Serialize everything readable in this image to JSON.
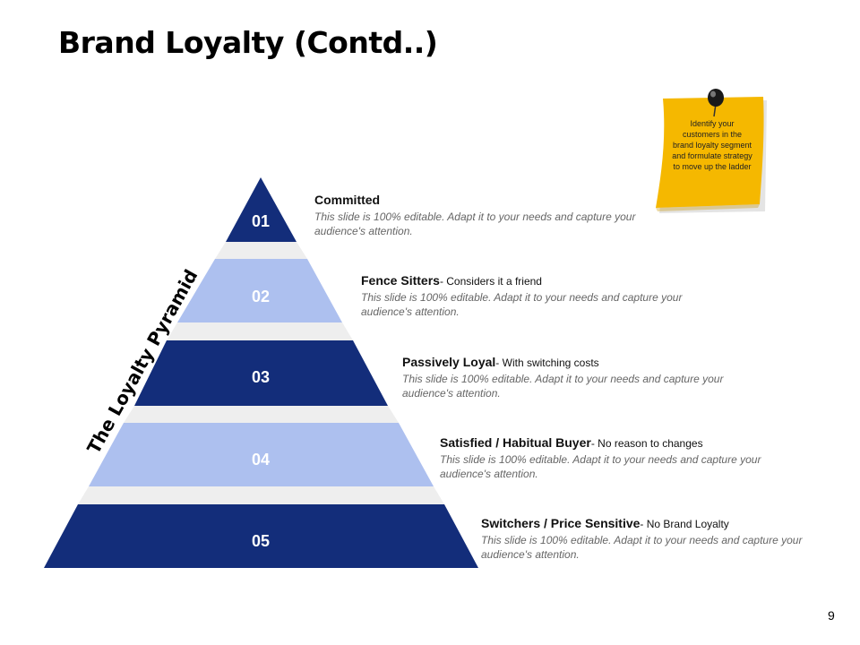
{
  "title": "Brand Loyalty (Contd..)",
  "pyramid_label": "The Loyalty Pyramid",
  "colors": {
    "dark": "#132d7a",
    "light": "#adc0ef",
    "gap": "#eeeeee",
    "note": "#f5b800"
  },
  "tiers": [
    {
      "number": "01",
      "heading": "Committed",
      "subheading": "",
      "body": "This slide is 100% editable. Adapt it to your needs and capture your audience's attention."
    },
    {
      "number": "02",
      "heading": "Fence Sitters",
      "subheading": "- Considers it a friend",
      "body": "This slide is 100% editable. Adapt it to your needs and capture your audience's attention."
    },
    {
      "number": "03",
      "heading": "Passively Loyal",
      "subheading": "- With switching costs",
      "body": "This slide is 100% editable. Adapt it to your needs and capture your audience's attention."
    },
    {
      "number": "04",
      "heading": "Satisfied / Habitual Buyer",
      "subheading": "- No reason to changes",
      "body": "This slide is 100% editable. Adapt it to your needs and capture your audience's attention."
    },
    {
      "number": "05",
      "heading": "Switchers / Price Sensitive",
      "subheading": "- No Brand Loyalty",
      "body": "This slide is 100% editable. Adapt it to your needs and capture your audience's attention."
    }
  ],
  "sticky_note": {
    "text": "Identify your customers in the brand loyalty segment and formulate strategy to move up the ladder",
    "icon": "pushpin-icon"
  },
  "page_number": "9"
}
